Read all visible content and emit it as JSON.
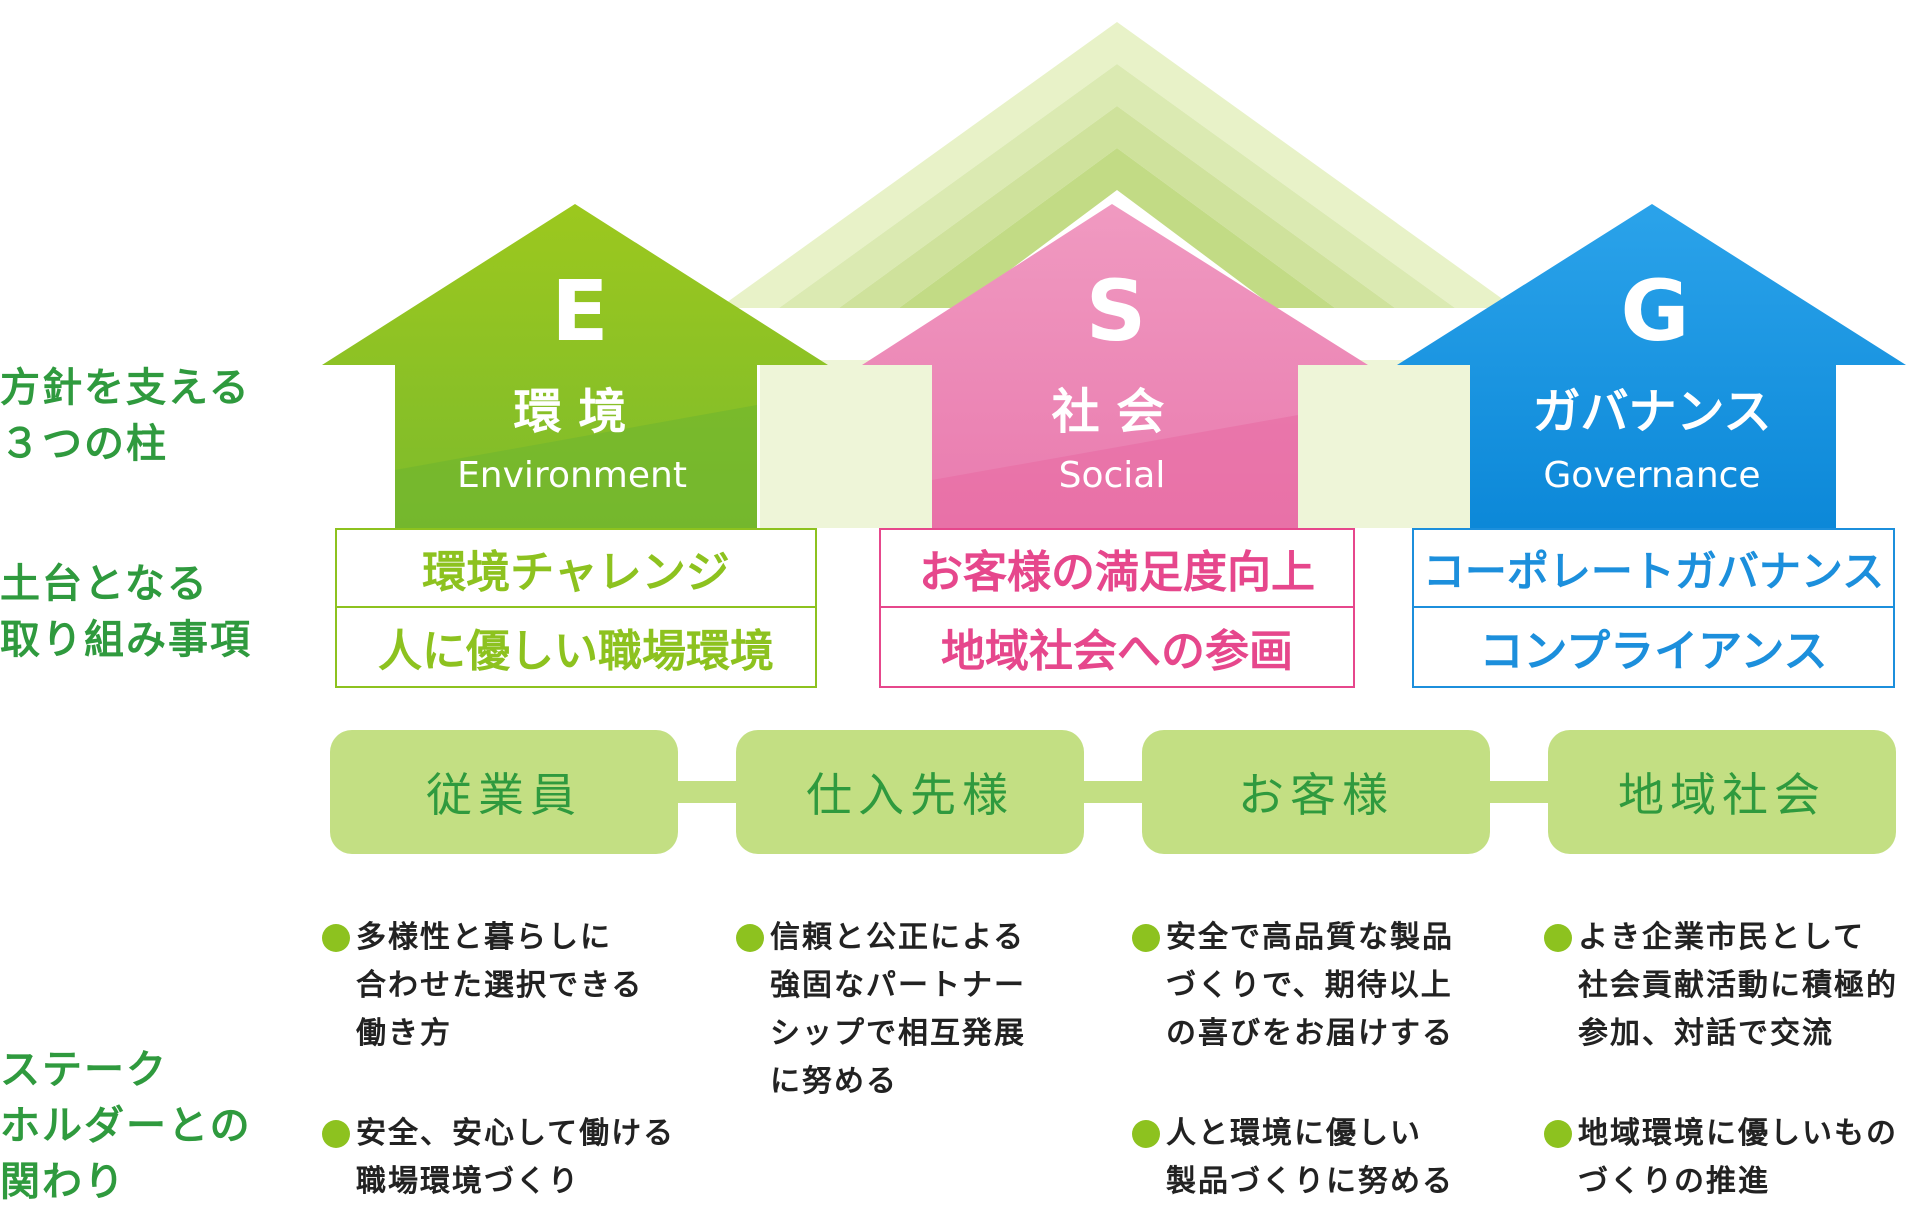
{
  "side_labels": {
    "pillars": [
      "方針を支える",
      " ３つの柱"
    ],
    "foundation": [
      "土台となる",
      "取り組み事項"
    ],
    "stakeholders": [
      "ステーク",
      "ホルダーとの",
      "関わり"
    ]
  },
  "pillars": {
    "environment": {
      "letter": "E",
      "ja": "環 境",
      "en": "Environment",
      "color": "#8dc21f"
    },
    "social": {
      "letter": "S",
      "ja": "社 会",
      "en": "Social",
      "color": "#ee86b5"
    },
    "governance": {
      "letter": "G",
      "ja": "ガバナンス",
      "en": "Governance",
      "color": "#1c9be6"
    }
  },
  "foundation_items": {
    "environment": [
      "環境チャレンジ",
      "人に優しい職場環境"
    ],
    "social": [
      "お客様の満足度向上",
      "地域社会への参画"
    ],
    "governance": [
      "コーポレートガバナンス",
      "コンプライアンス"
    ]
  },
  "stakeholders": [
    "従業員",
    "仕入先様",
    "お客様",
    "地域社会"
  ],
  "relations": {
    "employees": [
      [
        "多様性と暮らしに",
        "合わせた選択できる",
        "働き方"
      ],
      [
        "安全、安心して働ける",
        "職場環境づくり"
      ]
    ],
    "suppliers": [
      [
        "信頼と公正による",
        "強固なパートナー",
        "シップで相互発展",
        "に努める"
      ]
    ],
    "customers": [
      [
        "安全で高品質な製品",
        "づくりで、期待以上",
        "の喜びをお届けする"
      ],
      [
        "人と環境に優しい",
        "製品づくりに努める"
      ]
    ],
    "community": [
      [
        "よき企業市民として",
        "社会貢献活動に積極的",
        "参加、対話で交流"
      ],
      [
        "地域環境に優しいもの",
        "づくりの推進"
      ]
    ]
  },
  "colors": {
    "accent_green": "#2f9a3e",
    "env": "#8dc21f",
    "social": "#e6478c",
    "gov": "#1c8fdc",
    "stakeholder_bg": "#c3df83"
  }
}
